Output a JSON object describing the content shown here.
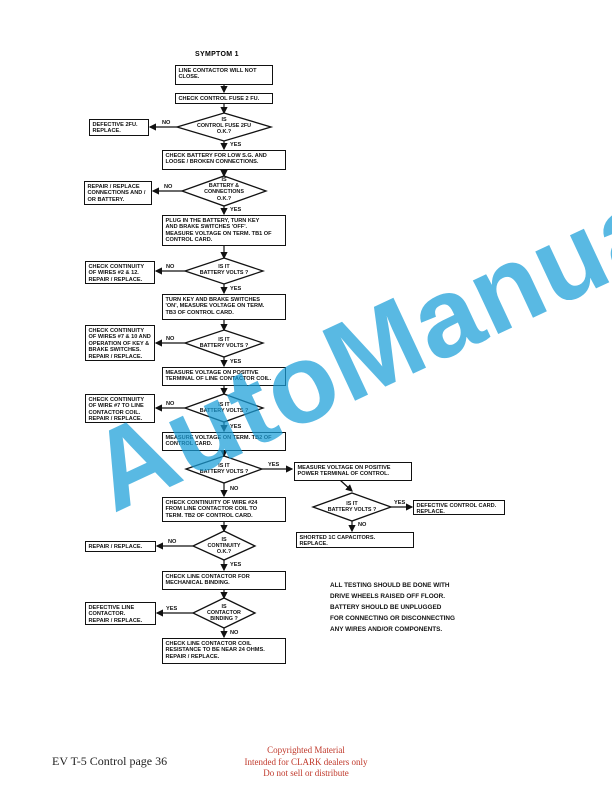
{
  "title": "SYMPTOM 1",
  "steps": {
    "s1": "LINE CONTACTOR WILL NOT\nCLOSE.",
    "s2": "CHECK CONTROL FUSE 2 FU.",
    "s3": "CHECK BATTERY FOR LOW S.G. AND\nLOOSE / BROKEN CONNECTIONS.",
    "s4": "PLUG IN THE BATTERY, TURN KEY\nAND BRAKE SWITCHES 'OFF'.\nMEASURE VOLTAGE ON TERM. TB1 OF\nCONTROL CARD.",
    "s5": "TURN KEY AND BRAKE SWITCHES\n'ON', MEASURE VOLTAGE ON TERM.\nTB3 OF CONTROL CARD.",
    "s6": "MEASURE VOLTAGE ON POSITIVE\nTERMINAL OF LINE CONTACTOR COIL.",
    "s7": "MEASURE VOLTAGE ON TERM. TB2 OF\nCONTROL CARD.",
    "s8": "CHECK CONTINUITY OF WIRE #24\nFROM LINE CONTACTOR COIL TO\nTERM. TB2 OF CONTROL CARD.",
    "s9": "CHECK LINE CONTACTOR FOR\nMECHANICAL BINDING.",
    "s10": "CHECK LINE CONTACTOR COIL\nRESISTANCE TO BE NEAR 24 OHMS.\nREPAIR / REPLACE.",
    "r1": "MEASURE VOLTAGE ON POSITIVE\nPOWER TERMINAL OF CONTROL.",
    "r2": "DEFECTIVE CONTROL CARD.\nREPLACE.",
    "r3": "SHORTED 1C CAPACITORS.\nREPLACE."
  },
  "decisions": {
    "d1": "IS\nCONTROL FUSE 2FU\nO.K.?",
    "d2": "IS\nBATTERY &\nCONNECTIONS\nO.K.?",
    "d3": "IS IT\nBATTERY VOLTS ?",
    "d4": "IS IT\nBATTERY VOLTS ?",
    "d5": "IS IT\nBATTERY VOLTS ?",
    "d6": "IS IT\nBATTERY VOLTS ?",
    "d7": "IS\nCONTINUITY\nO.K.?",
    "d8": "IS\nCONTACTOR\nBINDING ?",
    "d9": "IS IT\nBATTERY VOLTS ?"
  },
  "actions": {
    "a1": "DEFECTIVE 2FU.\nREPLACE.",
    "a2": "REPAIR / REPLACE\nCONNECTIONS AND /\nOR BATTERY.",
    "a3": "CHECK CONTINUITY\nOF WIRES #2 & 12.\nREPAIR / REPLACE.",
    "a4": "CHECK CONTINUITY\nOF WIRES #7 & 10 AND\nOPERATION OF KEY &\nBRAKE SWITCHES.\nREPAIR / REPLACE.",
    "a5": "CHECK CONTINUITY\nOF WIRE #7 TO LINE\nCONTACTOR COIL.\nREPAIR / REPLACE.",
    "a6": "REPAIR / REPLACE.",
    "a7": "DEFECTIVE LINE\nCONTACTOR.\nREPAIR / REPLACE."
  },
  "labels": {
    "yes": "YES",
    "no": "NO"
  },
  "note": "ALL TESTING SHOULD BE DONE WITH\nDRIVE WHEELS RAISED OFF FLOOR.\nBATTERY SHOULD BE UNPLUGGED\nFOR CONNECTING OR DISCONNECTING\nANY WIRES AND/OR COMPONENTS.",
  "watermark": "AutoManual",
  "footer": {
    "left": "EV T-5 Control page 36",
    "right": "Copyrighted Material\nIntended for CLARK dealers only\nDo not sell or distribute"
  },
  "colors": {
    "watermark": "#1a9fd9",
    "footer_notice": "#c0392b",
    "ink": "#111111"
  }
}
